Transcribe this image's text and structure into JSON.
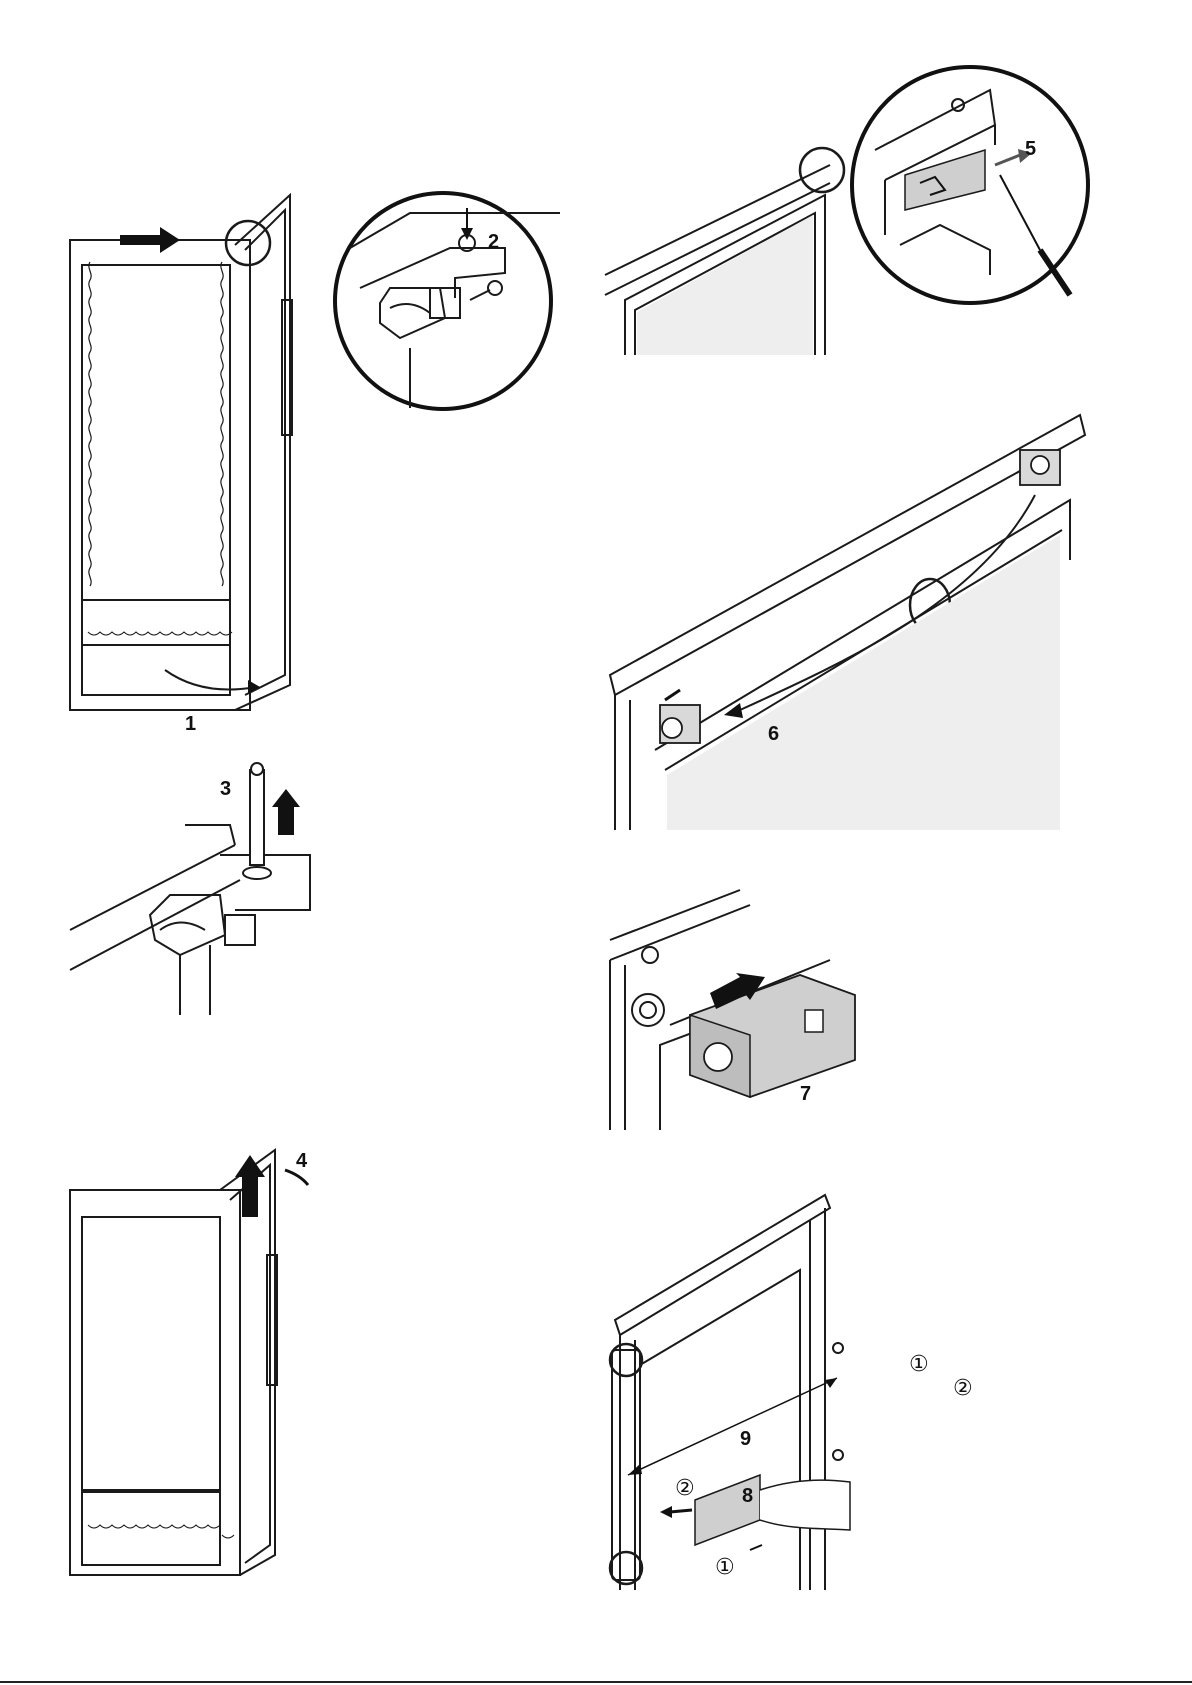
{
  "steps": {
    "s1": "1",
    "s2": "2",
    "s3": "3",
    "s4": "4",
    "s5": "5",
    "s6": "6",
    "s7": "7",
    "s8": "8",
    "s9": "9",
    "c1": "①",
    "c2": "②"
  },
  "colors": {
    "line": "#1a1a1a",
    "panel": "#e6e6e6",
    "arrow": "#111111"
  }
}
